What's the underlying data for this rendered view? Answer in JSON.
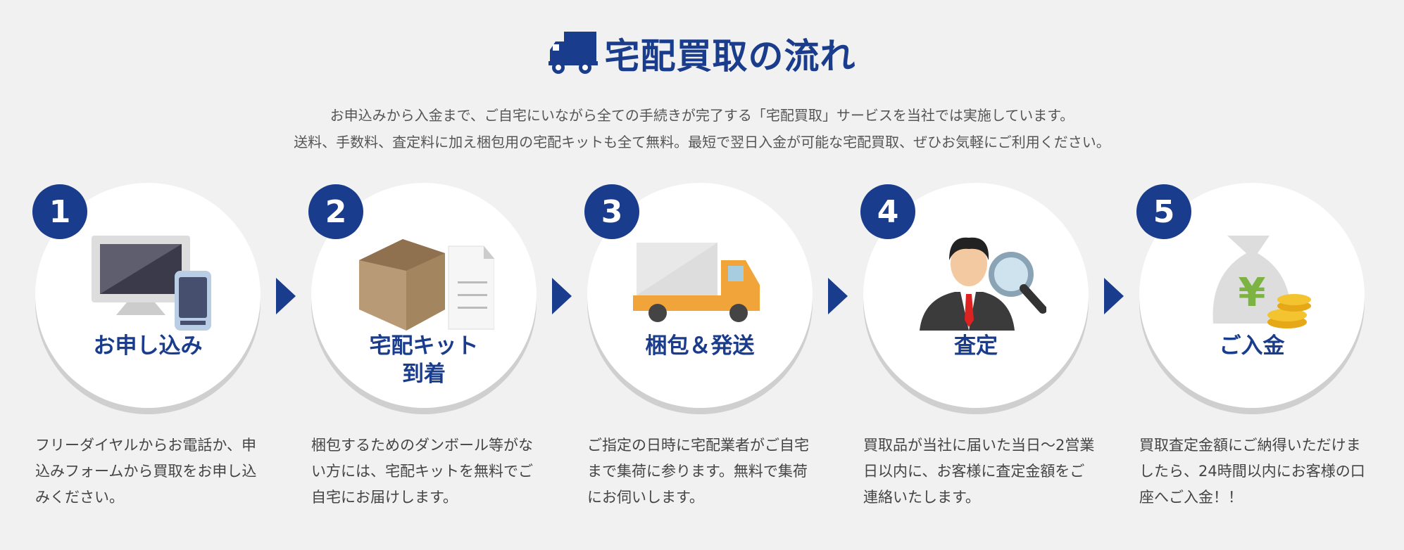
{
  "header": {
    "title": "宅配買取の流れ",
    "icon": "truck-icon"
  },
  "intro": {
    "line1": "お申込みから入金まで、ご自宅にいながら全ての手続きが完了する「宅配買取」サービスを当社では実施しています。",
    "line2": "送料、手数料、査定料に加え梱包用の宅配キットも全て無料。最短で翌日入金が可能な宅配買取、ぜひお気軽にご利用ください。"
  },
  "colors": {
    "brand": "#1a3c8c",
    "background": "#f1f1f1"
  },
  "steps": [
    {
      "number": "1",
      "label": "お申し込み",
      "icon": "computer-phone-icon",
      "desc": "フリーダイヤルからお電話か、申込みフォームから買取をお申し込みください。"
    },
    {
      "number": "2",
      "label": "宅配キット\n到着",
      "icon": "box-document-icon",
      "desc": "梱包するためのダンボール等がない方には、宅配キットを無料でご自宅にお届けします。"
    },
    {
      "number": "3",
      "label": "梱包＆発送",
      "icon": "delivery-truck-icon",
      "desc": "ご指定の日時に宅配業者がご自宅まで集荷に参ります。無料で集荷にお伺いします。"
    },
    {
      "number": "4",
      "label": "査定",
      "icon": "appraiser-magnifier-icon",
      "desc": "買取品が当社に届いた当日〜2営業日以内に、お客様に査定金額をご連絡いたします。"
    },
    {
      "number": "5",
      "label": "ご入金",
      "icon": "money-bag-yen-icon",
      "desc": "買取査定金額にご納得いただけましたら、24時間以内にお客様の口座へご入金！！"
    }
  ]
}
